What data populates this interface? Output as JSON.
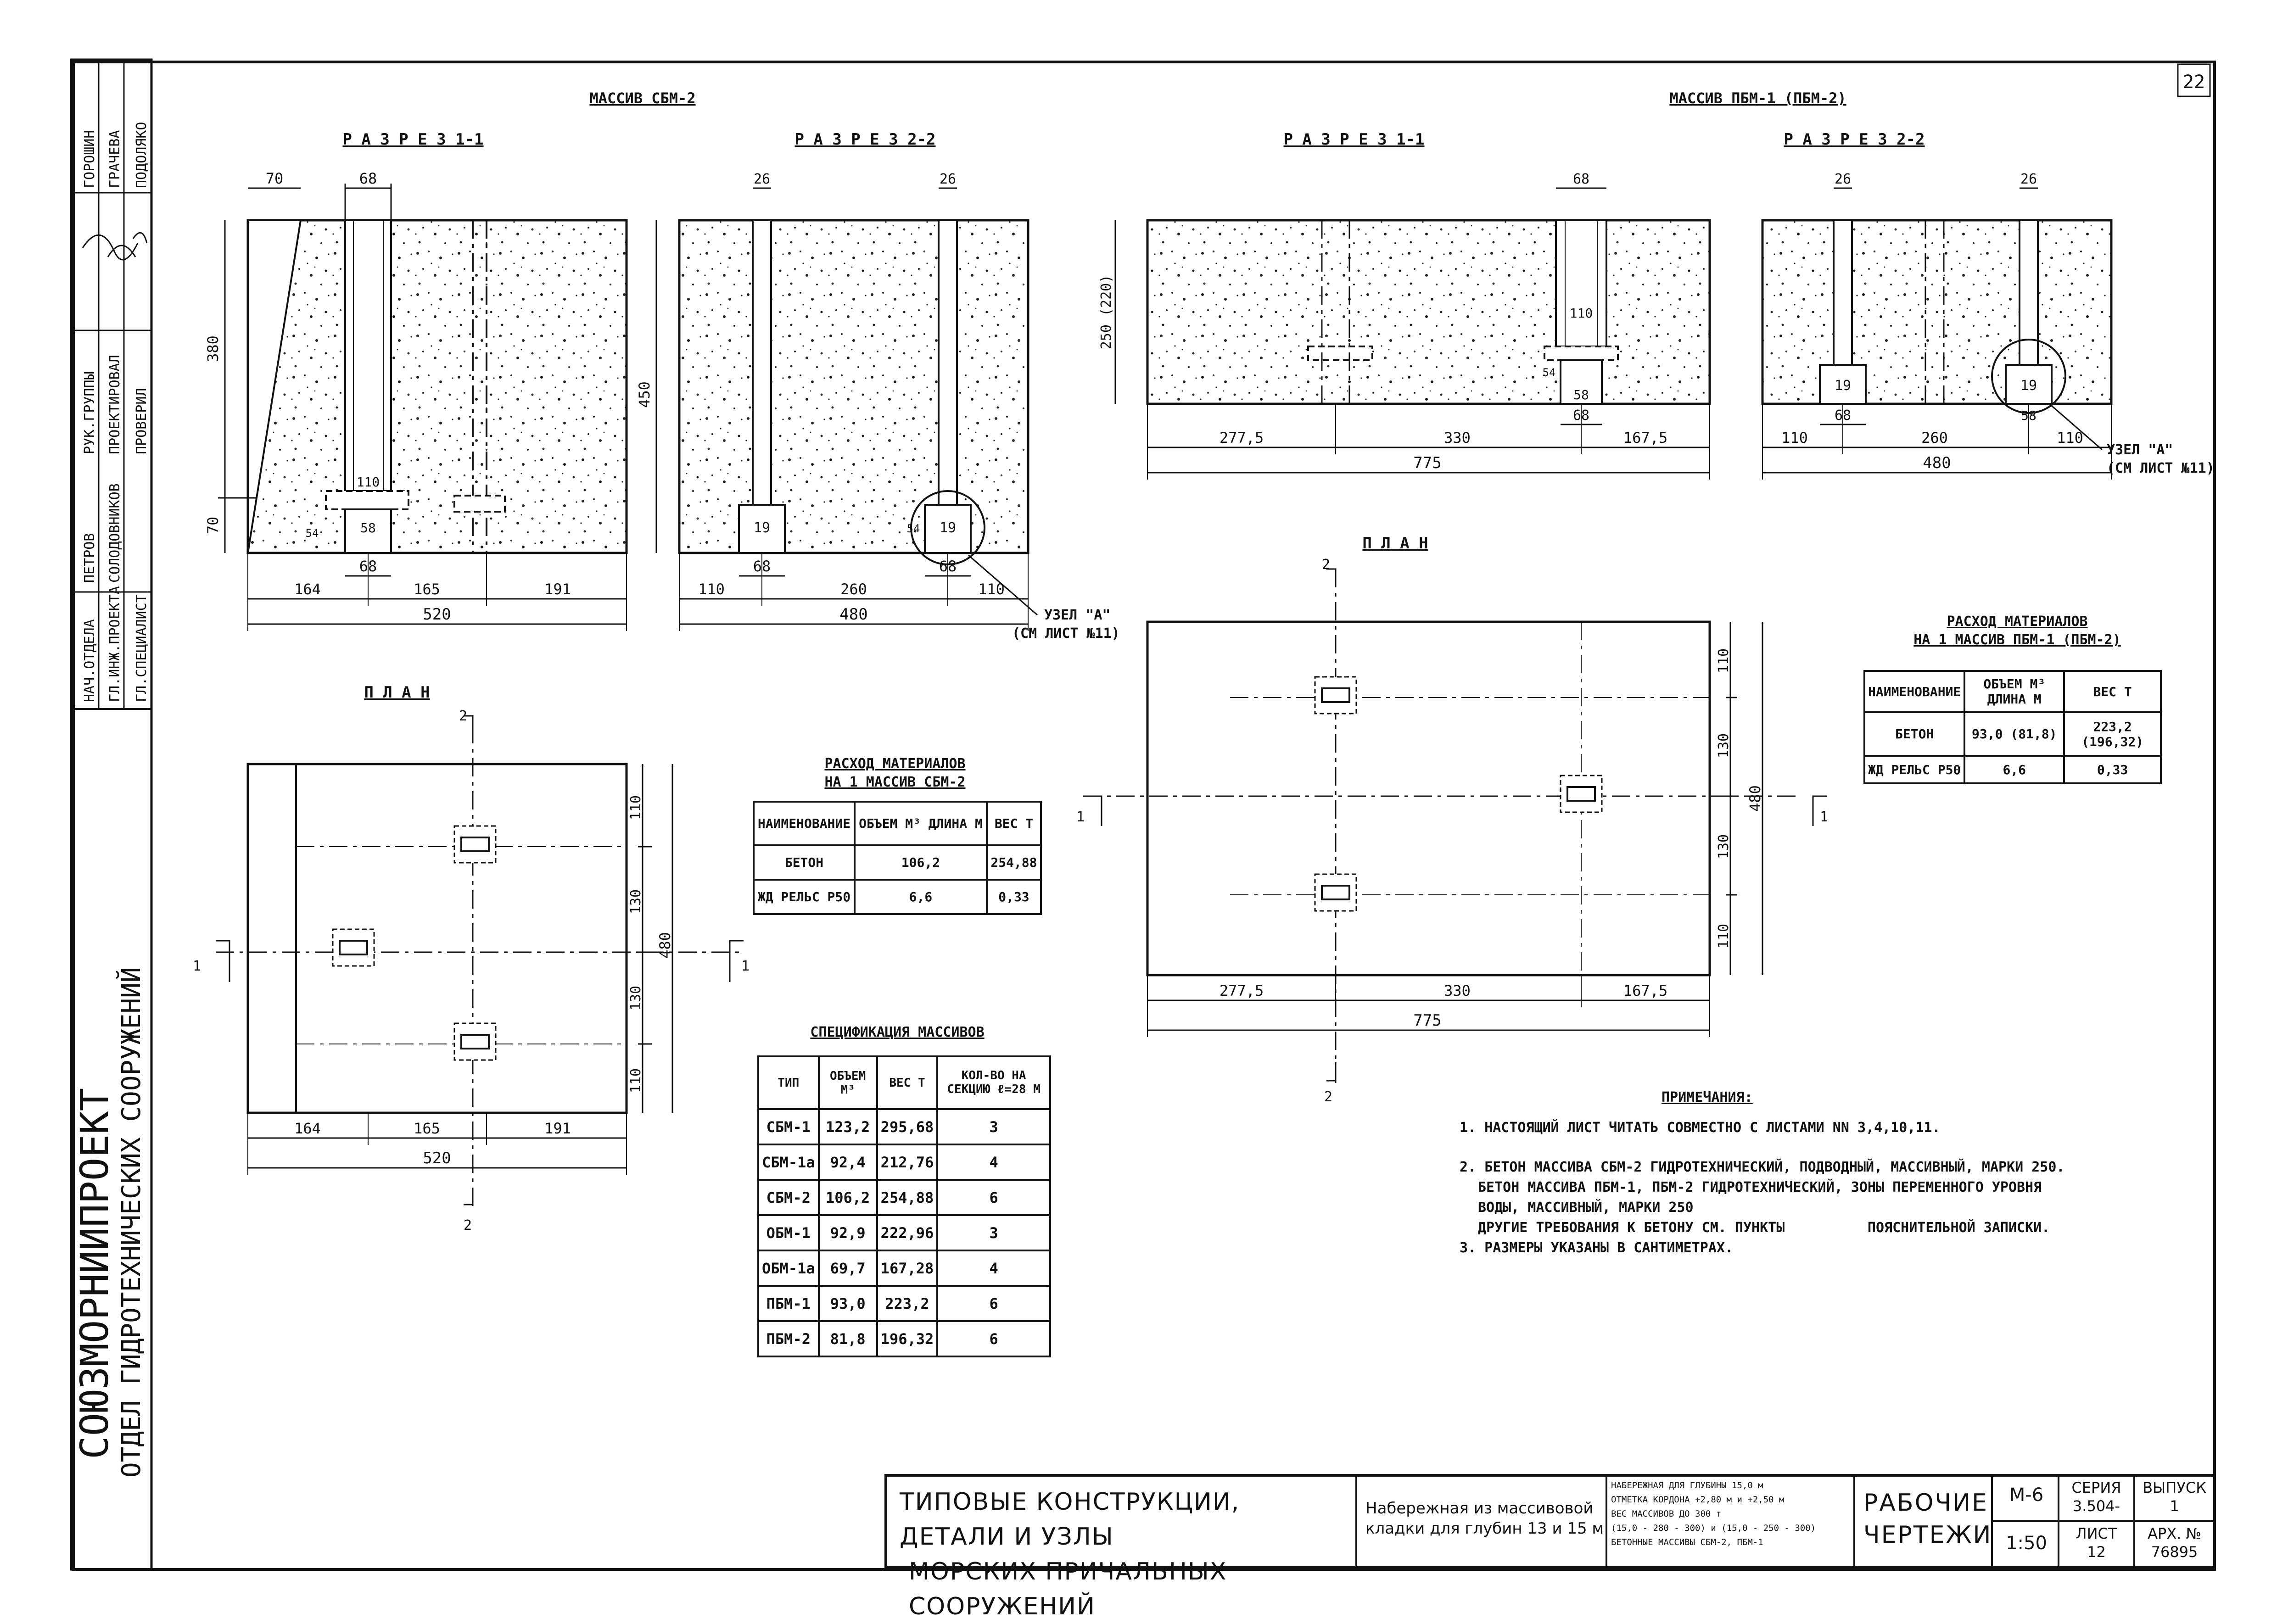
{
  "sheet_number": "22",
  "left_panel": {
    "org": "СОЮЗМОРНИИПРОЕКТ",
    "dept": "ОТДЕЛ ГИДРОТЕХНИЧЕСКИХ СООРУЖЕНИЙ",
    "roles": [
      {
        "role": "НАЧ.ОТДЕЛА",
        "name": ""
      },
      {
        "role": "ГЛ.ИНЖ.ПРОЕКТА",
        "name": ""
      },
      {
        "role": "ГЛ.СПЕЦИАЛИСТ",
        "name": ""
      },
      {
        "role": "РУК.ГРУППЫ",
        "name": "ГОРОШИН"
      },
      {
        "role": "ПРОЕКТИРОВАЛ",
        "name": "ГРАЧЕВА"
      },
      {
        "role": "ПРОВЕРИЛ",
        "name": "ПОДОЛЯКО"
      },
      {
        "role": "",
        "name": "ПЕТРОВ"
      },
      {
        "role": "",
        "name": "СОЛОДОВНИКОВ"
      }
    ]
  },
  "left_block": {
    "title": "МАССИВ СБМ-2",
    "section_1": "Р А З Р Е З  1-1",
    "section_2": "Р А З Р Е З  2-2",
    "plan": "П Л А Н",
    "dims_s1": {
      "top_a": "70",
      "top_b": "68",
      "h1": "380",
      "h2": "70",
      "sq": "110",
      "b58": "58",
      "b68": "68",
      "d1": "164",
      "d2": "165",
      "d3": "191",
      "total": "520",
      "s54": "54"
    },
    "dims_s2": {
      "top_a": "26",
      "top_b": "26",
      "h": "450",
      "c19a": "19",
      "c19b": "19",
      "b68a": "68",
      "b68b": "68",
      "d1": "110",
      "d2": "260",
      "d3": "110",
      "total": "480",
      "s54": "54"
    },
    "node": "УЗЕЛ \"А\"",
    "node_ref": "(СМ ЛИСТ №11)",
    "plan_dims": {
      "v1": "110",
      "v2": "130",
      "v3": "130",
      "v4": "110",
      "vt": "480",
      "d1": "164",
      "d2": "165",
      "d3": "191",
      "total": "520"
    }
  },
  "right_block": {
    "title": "МАССИВ ПБМ-1 (ПБМ-2)",
    "section_1": "Р А З Р Е З  1-1",
    "section_2": "Р А З Р Е З  2-2",
    "plan": "П Л А Н",
    "dims_s1": {
      "top": "68",
      "h": "250 (220)",
      "b110": "110",
      "s54": "54",
      "b58": "58",
      "b68": "68",
      "d1": "277,5",
      "d2": "330",
      "d3": "167,5",
      "total": "775"
    },
    "dims_s2": {
      "top_a": "26",
      "top_b": "26",
      "c19a": "19",
      "c19b": "19",
      "b68": "68",
      "b58": "58",
      "d1": "110",
      "d2": "260",
      "d3": "110",
      "total": "480"
    },
    "node": "УЗЕЛ \"А\"",
    "node_ref": "(СМ ЛИСТ №11)",
    "plan_dims": {
      "v1": "110",
      "v2": "130",
      "v3": "130",
      "v4": "110",
      "vt": "480",
      "d1": "277,5",
      "d2": "330",
      "d3": "167,5",
      "total": "775"
    }
  },
  "mat_left": {
    "caption_1": "РАСХОД МАТЕРИАЛОВ",
    "caption_2": "НА 1 МАССИВ СБМ-2",
    "head": [
      "НАИМЕНОВАНИЕ",
      "ОБЪЕМ М³ ДЛИНА М",
      "ВЕС Т"
    ],
    "rows": [
      [
        "БЕТОН",
        "106,2",
        "254,88"
      ],
      [
        "ЖД РЕЛЬС Р50",
        "6,6",
        "0,33"
      ]
    ]
  },
  "mat_right": {
    "caption_1": "РАСХОД МАТЕРИАЛОВ",
    "caption_2": "НА 1 МАССИВ ПБМ-1 (ПБМ-2)",
    "head": [
      "НАИМЕНОВАНИЕ",
      "ОБЪЕМ М³ ДЛИНА М",
      "ВЕС Т"
    ],
    "rows": [
      [
        "БЕТОН",
        "93,0 (81,8)",
        "223,2 (196,32)"
      ],
      [
        "ЖД РЕЛЬС Р50",
        "6,6",
        "0,33"
      ]
    ]
  },
  "spec": {
    "caption": "СПЕЦИФИКАЦИЯ МАССИВОВ",
    "head": [
      "ТИП",
      "ОБЪЕМ М³",
      "ВЕС Т",
      "КОЛ-ВО НА СЕКЦИЮ ℓ=28 М"
    ],
    "rows": [
      [
        "СБМ-1",
        "123,2",
        "295,68",
        "3"
      ],
      [
        "СБМ-1а",
        "92,4",
        "212,76",
        "4"
      ],
      [
        "СБМ-2",
        "106,2",
        "254,88",
        "6"
      ],
      [
        "ОБМ-1",
        "92,9",
        "222,96",
        "3"
      ],
      [
        "ОБМ-1а",
        "69,7",
        "167,28",
        "4"
      ],
      [
        "ПБМ-1",
        "93,0",
        "223,2",
        "6"
      ],
      [
        "ПБМ-2",
        "81,8",
        "196,32",
        "6"
      ]
    ]
  },
  "notes": {
    "title": "ПРИМЕЧАНИЯ:",
    "n1": "1. НАСТОЯЩИЙ ЛИСТ ЧИТАТЬ СОВМЕСТНО С ЛИСТАМИ NN 3,4,10,11.",
    "n2a": "2. БЕТОН МАССИВА СБМ-2 ГИДРОТЕХНИЧЕСКИЙ, ПОДВОДНЫЙ, МАССИВНЫЙ, МАРКИ 250.",
    "n2b": "БЕТОН МАССИВА ПБМ-1, ПБМ-2 ГИДРОТЕХНИЧЕСКИЙ, ЗОНЫ ПЕРЕМЕННОГО УРОВНЯ",
    "n2c": "ВОДЫ, МАССИВНЫЙ, МАРКИ 250",
    "n2d": "ДРУГИЕ ТРЕБОВАНИЯ К БЕТОНУ СМ. ПУНКТЫ          ПОЯСНИТЕЛЬНОЙ ЗАПИСКИ.",
    "n3": "3. РАЗМЕРЫ УКАЗАНЫ В САНТИМЕТРАХ."
  },
  "stamp": {
    "main_1": "ТИПОВЫЕ КОНСТРУКЦИИ, ДЕТАЛИ И УЗЛЫ",
    "main_2": "МОРСКИХ ПРИЧАЛЬНЫХ СООРУЖЕНИЙ",
    "obj_1": "Набережная из массивовой",
    "obj_2": "кладки для глубин 13 и 15 м",
    "desc_1": "НАБЕРЕЖНАЯ ДЛЯ ГЛУБИНЫ 15,0 м",
    "desc_2": "ОТМЕТКА КОРДОНА +2,80 м и +2,50 м",
    "desc_3": "ВЕС МАССИВОВ ДО 300 т",
    "desc_4": "(15,0 - 280 - 300) и (15,0 - 250 - 300)",
    "desc_5": "БЕТОННЫЕ МАССИВЫ СБМ-2, ПБМ-1",
    "stage_1": "РАБОЧИЕ",
    "stage_2": "ЧЕРТЕЖИ",
    "code": "М-6",
    "scale": "1:50",
    "series_label": "СЕРИЯ",
    "series_val": "3.504-",
    "sheet_label": "ЛИСТ",
    "sheet_val": "12",
    "issue_label": "ВЫПУСК",
    "issue_val": "1",
    "arch_label": "АРХ. №",
    "arch_val": "76895"
  }
}
